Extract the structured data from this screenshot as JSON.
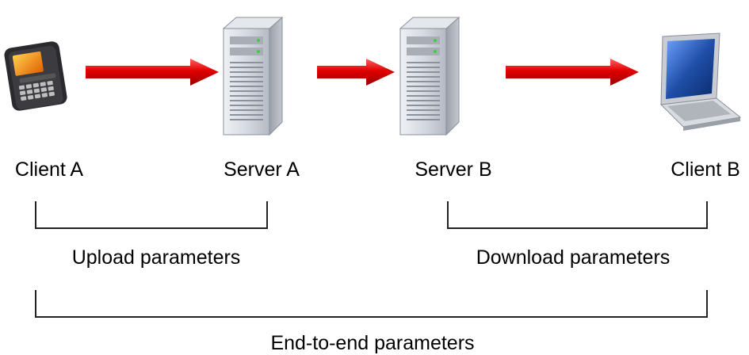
{
  "nodes": {
    "client_a": {
      "label": "Client A",
      "icon": "smartphone-icon"
    },
    "server_a": {
      "label": "Server A",
      "icon": "server-tower-icon"
    },
    "server_b": {
      "label": "Server B",
      "icon": "server-tower-icon"
    },
    "client_b": {
      "label": "Client B",
      "icon": "laptop-icon"
    }
  },
  "brackets": {
    "upload": {
      "label": "Upload parameters"
    },
    "download": {
      "label": "Download parameters"
    },
    "end_to_end": {
      "label": "End-to-end parameters"
    }
  },
  "colors": {
    "arrow": "#e00000",
    "arrow_dark": "#a00000",
    "bracket": "#222222",
    "server_body": "#c8ccd4",
    "laptop_screen": "#1f4fa8",
    "phone_screen": "#f0a010"
  }
}
